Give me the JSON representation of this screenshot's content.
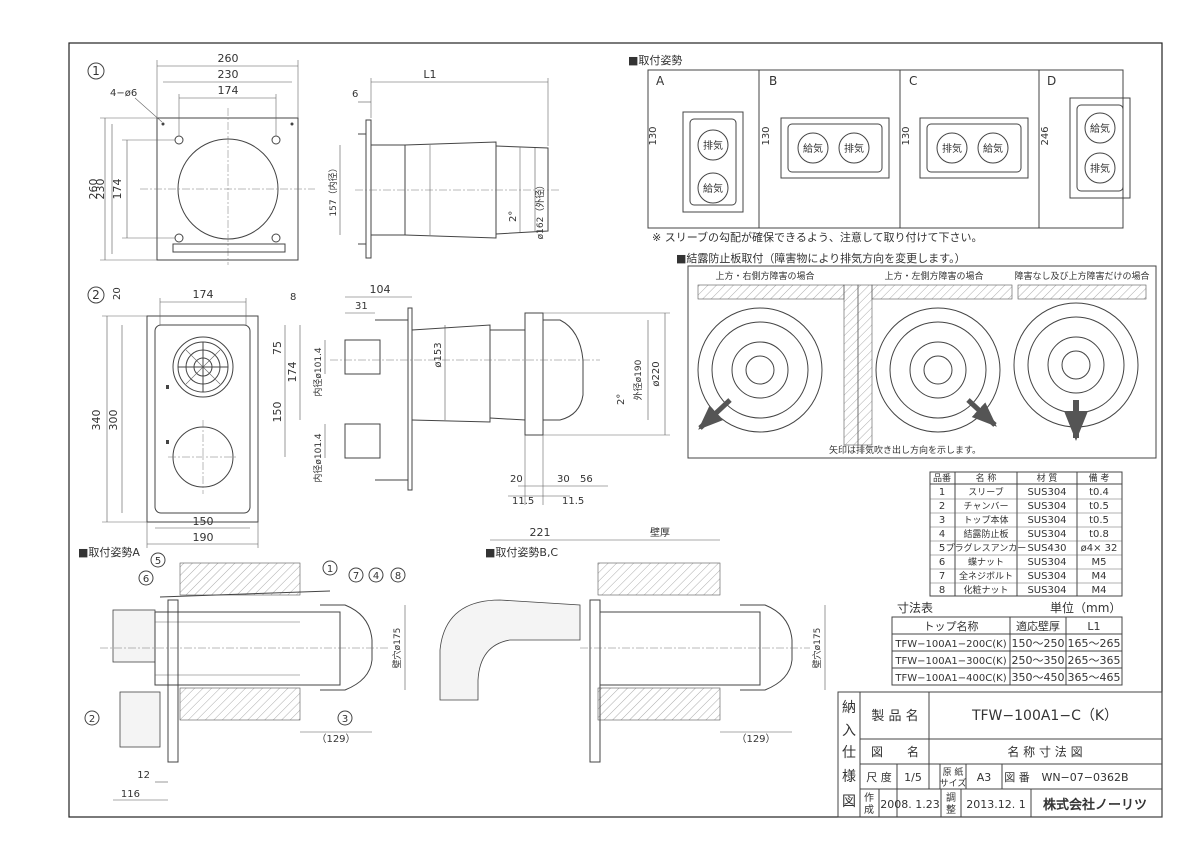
{
  "views": {
    "v1": {
      "num": "1",
      "d260w": "260",
      "d230w": "230",
      "d174w": "174",
      "holes": "4−ø6",
      "d260h": "260",
      "d230h": "230",
      "d174h": "174"
    },
    "v1side": {
      "L1": "L1",
      "d6": "6",
      "inner157": "157（内径）",
      "outer162": "ø162（外径）",
      "slope": "2°"
    },
    "v2": {
      "num": "2",
      "d20": "20",
      "d174": "174",
      "d8": "8",
      "d75": "75",
      "d340": "340",
      "d300": "300",
      "d174h": "174",
      "d150h": "150",
      "d150w": "150",
      "d190w": "190"
    },
    "v2side": {
      "d104": "104",
      "d31": "31",
      "d153": "ø153",
      "in1": "内径ø101.4",
      "in2": "内径ø101.4",
      "out190": "外径ø190",
      "d220": "ø220",
      "slope": "2°",
      "d20": "20",
      "d30": "30",
      "d56": "56",
      "d11a": "11.5",
      "d11b": "11.5"
    },
    "a_view": {
      "title": "■取付姿勢A",
      "b1": "5",
      "b2": "6",
      "b3": "1",
      "b4": "7",
      "b5": "4",
      "b6": "8",
      "b7": "2",
      "b8": "3",
      "hole": "壁穴ø175",
      "d129": "（129）",
      "d12": "12",
      "d116": "116"
    },
    "bc_view": {
      "title": "■取付姿勢B,C",
      "d221": "221",
      "wall": "壁厚",
      "hole": "壁穴ø175",
      "d129": "（129）"
    }
  },
  "posture": {
    "title": "■取付姿勢",
    "note": "※ スリーブの勾配が確保できるよう、注意して取り付けて下さい。",
    "panels": [
      {
        "letter": "A",
        "dim": "130",
        "top": "排気",
        "bottom": "給気"
      },
      {
        "letter": "B",
        "dim": "130",
        "left": "給気",
        "right": "排気"
      },
      {
        "letter": "C",
        "dim": "130",
        "left": "排気",
        "right": "給気"
      },
      {
        "letter": "D",
        "dim": "246",
        "top": "給気",
        "bottom": "排気"
      }
    ]
  },
  "condensation": {
    "title": "■結露防止板取付（障害物により排気方向を変更します。）",
    "cases": [
      "上方・右側方障害の場合",
      "上方・左側方障害の場合",
      "障害なし及び上方障害だけの場合"
    ],
    "note": "矢印は排気吹き出し方向を示します。"
  },
  "parts": {
    "headers": [
      "品番",
      "名 称",
      "材 質",
      "備 考"
    ],
    "rows": [
      [
        "1",
        "スリーブ",
        "SUS304",
        "t0.4"
      ],
      [
        "2",
        "チャンバー",
        "SUS304",
        "t0.5"
      ],
      [
        "3",
        "トップ本体",
        "SUS304",
        "t0.5"
      ],
      [
        "4",
        "結露防止板",
        "SUS304",
        "t0.8"
      ],
      [
        "5",
        "プラグレスアンカー",
        "SUS430",
        "ø4× 32"
      ],
      [
        "6",
        "蝶ナット",
        "SUS304",
        "M5"
      ],
      [
        "7",
        "全ネジボルト",
        "SUS304",
        "M4"
      ],
      [
        "8",
        "化粧ナット",
        "SUS304",
        "M4"
      ]
    ]
  },
  "sizes": {
    "title": "寸法表",
    "unit": "単位（mm）",
    "headers": [
      "トップ名称",
      "適応壁厚",
      "L1"
    ],
    "rows": [
      [
        "TFW−100A1−200C(K)",
        "150〜250",
        "165〜265"
      ],
      [
        "TFW−100A1−300C(K)",
        "250〜350",
        "265〜365"
      ],
      [
        "TFW−100A1−400C(K)",
        "350〜450",
        "365〜465"
      ]
    ]
  },
  "titleblock": {
    "side": [
      "納",
      "入",
      "仕",
      "様",
      "図"
    ],
    "product_label": "製 品 名",
    "product": "TFW−100A1−C（K）",
    "drawing_label": "図　　名",
    "drawing": "名 称 寸 法 図",
    "scale_label": "尺 度",
    "scale": "1/5",
    "paper_label1": "原 紙",
    "paper_label2": "サイズ",
    "paper": "A3",
    "num_label": "図 番",
    "num": "WN−07−0362B",
    "made_label1": "作",
    "made_label2": "成",
    "made": "2008. 1.23",
    "adj_label1": "調",
    "adj_label2": "整",
    "adj": "2013.12. 1",
    "company": "株式会社ノーリツ"
  }
}
